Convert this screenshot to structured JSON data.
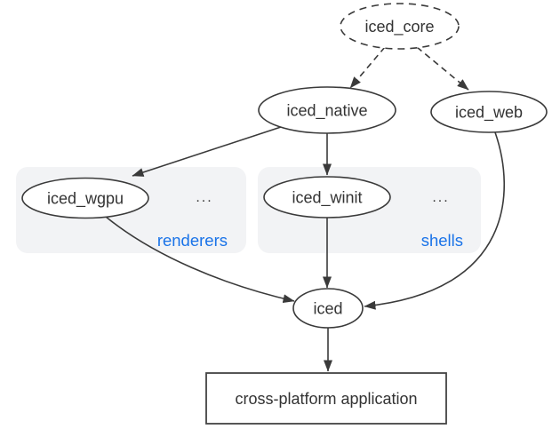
{
  "diagram": {
    "colors": {
      "background": "#ffffff",
      "node_stroke": "#3a3a3a",
      "node_fill": "#ffffff",
      "edge": "#3a3a3a",
      "text": "#333333",
      "group_fill": "#f2f3f5",
      "group_label": "#1a73e8"
    },
    "nodes": {
      "iced_core": {
        "label": "iced_core"
      },
      "iced_native": {
        "label": "iced_native"
      },
      "iced_web": {
        "label": "iced_web"
      },
      "iced_wgpu": {
        "label": "iced_wgpu"
      },
      "iced_winit": {
        "label": "iced_winit"
      },
      "iced": {
        "label": "iced"
      },
      "application": {
        "label": "cross-platform application"
      }
    },
    "groups": {
      "renderers": {
        "label": "renderers",
        "more": "..."
      },
      "shells": {
        "label": "shells",
        "more": "..."
      }
    },
    "edges": [
      {
        "from": "iced_core",
        "to": "iced_native",
        "style": "dashed"
      },
      {
        "from": "iced_core",
        "to": "iced_web",
        "style": "dashed"
      },
      {
        "from": "iced_native",
        "to": "iced_wgpu",
        "style": "solid"
      },
      {
        "from": "iced_native",
        "to": "iced_winit",
        "style": "solid"
      },
      {
        "from": "iced_winit",
        "to": "iced",
        "style": "solid"
      },
      {
        "from": "iced_wgpu",
        "to": "iced",
        "style": "solid"
      },
      {
        "from": "iced_web",
        "to": "iced",
        "style": "solid"
      },
      {
        "from": "iced",
        "to": "application",
        "style": "solid"
      }
    ]
  }
}
